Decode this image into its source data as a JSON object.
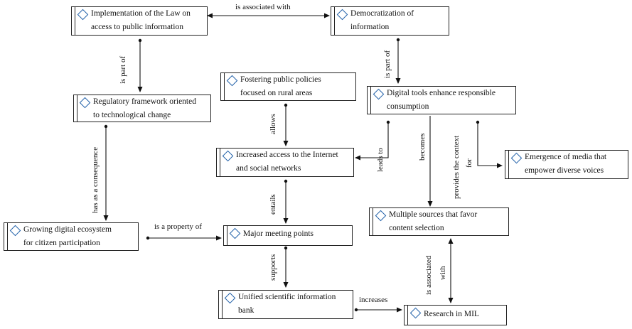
{
  "nodes": {
    "law": "Implementation of the Law on\naccess to public information",
    "democratization": "Democratization of\ninformation",
    "regulatory": "Regulatory framework oriented\nto technological change",
    "fostering": "Fostering public policies\nfocused on rural areas",
    "digital_tools": "Digital tools enhance responsible\nconsumption",
    "internet": "Increased access to the Internet\nand social networks",
    "media": "Emergence of media that\nempower diverse voices",
    "ecosystem": "Growing digital ecosystem\nfor citizen participation",
    "meeting": "Major meeting points",
    "multiple_sources": "Multiple sources that favor\ncontent selection",
    "unified_bank": "Unified scientific information\nbank",
    "research": "Research in MIL"
  },
  "links": {
    "is_associated_with": "is associated with",
    "is_part_of_1": "is part of",
    "is_part_of_2": "is part of",
    "has_as_consequence": "has as a consequence",
    "allows": "allows",
    "leads_to": "leads to",
    "becomes": "becomes",
    "provides_context_1": "provides the context",
    "provides_context_2": "for",
    "entails": "entails",
    "is_property_of": "is a property of",
    "supports": "supports",
    "increases": "increases",
    "is_associated_with_v1": "is associated",
    "is_associated_with_v2": "with"
  }
}
